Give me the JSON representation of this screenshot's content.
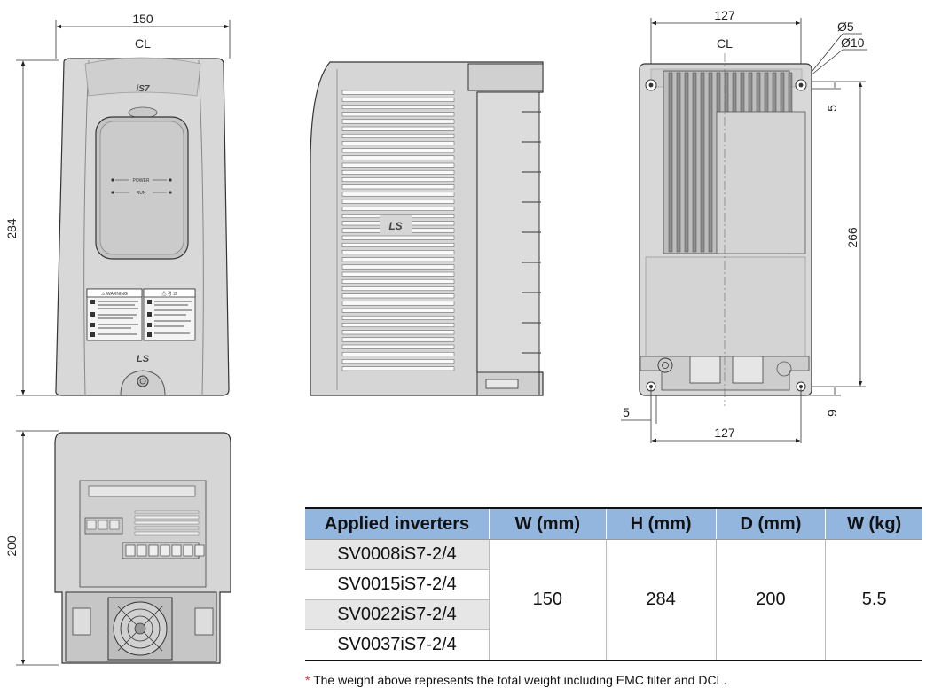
{
  "front_view": {
    "width_dim": "150",
    "height_dim": "284",
    "cl_label": "CL",
    "logo_top": "iS7",
    "power_label": "POWER",
    "run_label": "RUN",
    "warning_label": "⚠ WARNING",
    "korean_label": "⚠ 경 고",
    "logo_bottom": "LS"
  },
  "side_view": {
    "logo": "LS"
  },
  "rear_view": {
    "top_width_dim": "127",
    "bottom_width_dim": "127",
    "cl_label": "CL",
    "hole_small": "Ø5",
    "hole_large": "Ø10",
    "top_offset_dim": "5",
    "hole_spacing_dim": "266",
    "bottom_offset_dim": "9",
    "left_offset_dim": "5"
  },
  "bottom_view": {
    "depth_dim": "200"
  },
  "spec_table": {
    "headers": [
      "Applied inverters",
      "W (mm)",
      "H (mm)",
      "D (mm)",
      "W (kg)"
    ],
    "models": [
      "SV0008iS7-2/4",
      "SV0015iS7-2/4",
      "SV0022iS7-2/4",
      "SV0037iS7-2/4"
    ],
    "width_mm": "150",
    "height_mm": "284",
    "depth_mm": "200",
    "weight_kg": "5.5"
  },
  "footnote": {
    "marker": "*",
    "text": "The weight above represents the total weight including EMC filter and DCL."
  }
}
